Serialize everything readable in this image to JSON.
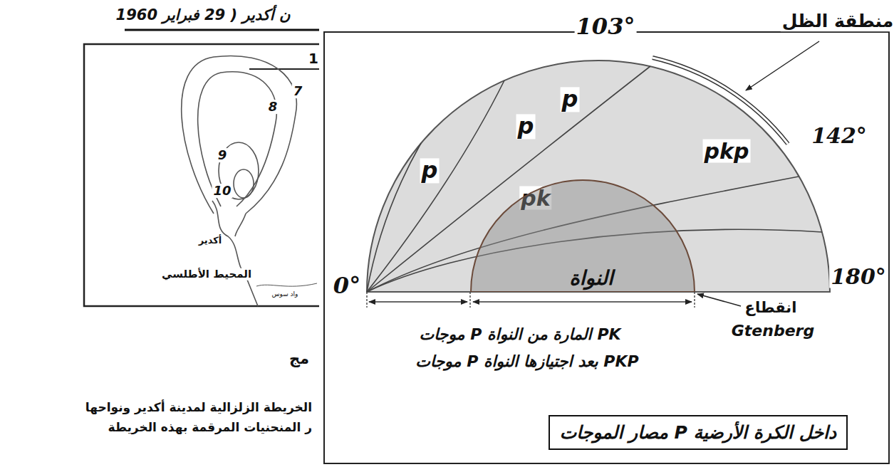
{
  "diagram": {
    "nodes": [
      {
        "text": [
          "النواة"
        ]
      },
      {
        "text": [
          "مصار الموجات P داخل الكرة الأرضية"
        ]
      }
    ],
    "labels": [
      "ن أكدير ( 29 فبراير 1960",
      "1",
      "7",
      "8",
      "9",
      "10",
      "أكدير",
      "المحيط الأطلسي",
      "واد سوس",
      "مج",
      "الخريطة الزلزالية لمدينة أكدير ونواحها",
      "ر المنحنيات المرقمة بهذه الخريطة",
      "103°",
      "منطقة الظل",
      "142°",
      "p",
      "p",
      "p",
      "pk",
      "pkp",
      "0°",
      "180°",
      "انقطاع",
      "Gtenberg",
      "موجات P المارة من النواة PK",
      "موجات P بعد اجتيازها النواة PKP"
    ]
  }
}
